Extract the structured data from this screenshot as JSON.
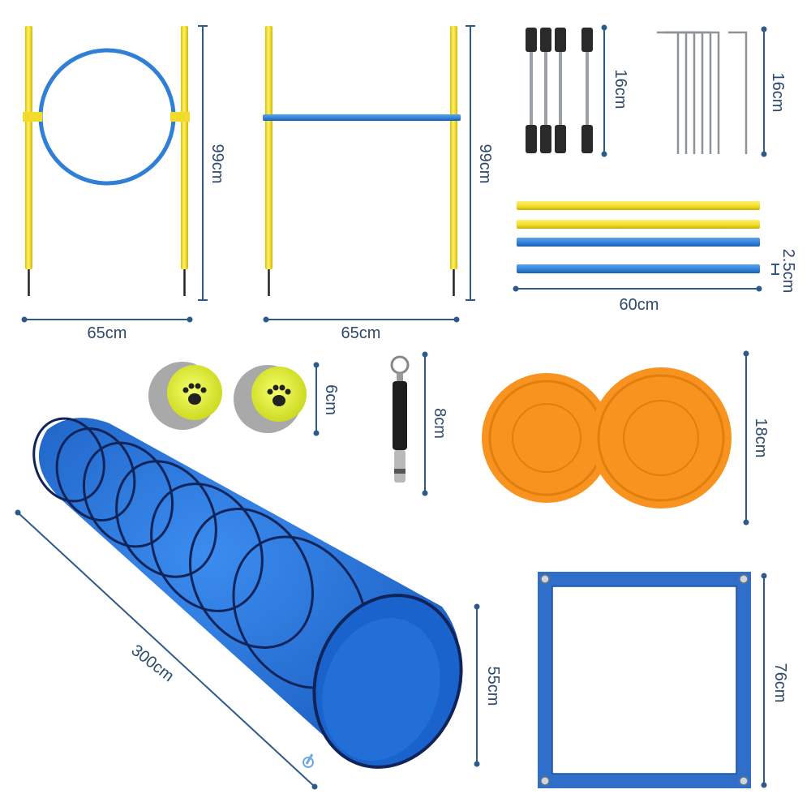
{
  "colors": {
    "pole_yellow": "#f2dc2a",
    "pole_blue": "#2f7fd6",
    "tunnel_blue": "#1f6fd8",
    "frisbee_orange": "#f7931e",
    "ball_yellow": "#e6f03a",
    "dimension_line": "#2d5a8a",
    "dimension_text": "#2d4a6b"
  },
  "labels": {
    "hoop_height": "99cm",
    "hoop_width": "65cm",
    "hurdle_height": "99cm",
    "hurdle_width": "65cm",
    "pegs_height": "16cm",
    "stakes_height": "16cm",
    "poles_diameter": "2.5cm",
    "poles_length": "60cm",
    "ball_size": "6cm",
    "whistle_size": "8cm",
    "frisbee_size": "18cm",
    "tunnel_length": "300cm",
    "tunnel_diameter": "55cm",
    "square_size": "76cm"
  }
}
